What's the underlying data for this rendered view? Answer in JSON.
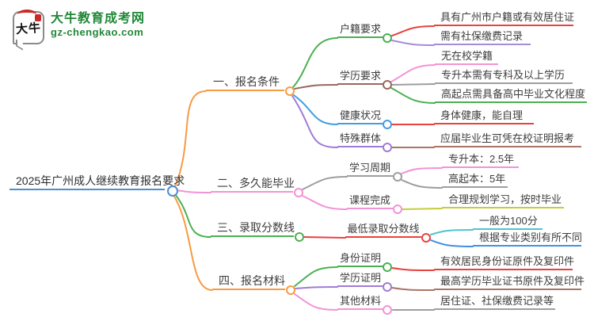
{
  "logo": {
    "title": "大牛教育成考网",
    "url": "gz-chengkao.com",
    "icon_text": "大牛",
    "brand_green": "#218838",
    "seal_red": "#c92a28"
  },
  "map": {
    "root": {
      "label": "2025年广州成人继续教育报名要求",
      "color": "#4a90d2"
    },
    "branches": [
      {
        "label": "一、报名条件",
        "color": "#f79b43",
        "children": [
          {
            "label": "户籍要求",
            "color": "#4cb052",
            "children": [
              {
                "label": "具有广州市户籍或有效居住证",
                "color": "#e8423e"
              },
              {
                "label": "需有社保缴费记录",
                "color": "#a58bd8"
              }
            ]
          },
          {
            "label": "学历要求",
            "color": "#96695e",
            "children": [
              {
                "label": "无在校学籍",
                "color": "#f293d5"
              },
              {
                "label": "专升本需有专科及以上学历",
                "color": "#9e9e9e"
              },
              {
                "label": "高起点需具备高中毕业文化程度",
                "color": "#4cb052"
              }
            ]
          },
          {
            "label": "健康状况",
            "color": "#3f9fe0",
            "children": [
              {
                "label": "身体健康，能自理",
                "color": "#e8423e"
              }
            ]
          },
          {
            "label": "特殊群体",
            "color": "#a07bd5",
            "children": [
              {
                "label": "应届毕业生可凭在校证明报考",
                "color": "#ab7468"
              }
            ]
          }
        ]
      },
      {
        "label": "二、多久能毕业",
        "color": "#f293d5",
        "children": [
          {
            "label": "学习周期",
            "color": "#9e9e9e",
            "children": [
              {
                "label": "专升本：2.5年",
                "color": "#f293d5"
              },
              {
                "label": "高起本：5年",
                "color": "#9e9e9e"
              }
            ]
          },
          {
            "label": "课程完成",
            "color": "#f293d5",
            "children": [
              {
                "label": "合理规划学习，按时毕业",
                "color": "#c5cc3d"
              }
            ]
          }
        ]
      },
      {
        "label": "三、录取分数线",
        "color": "#4cb052",
        "children": [
          {
            "label": "最低录取分数线",
            "color": "#e8423e",
            "children": [
              {
                "label": "一般为100分",
                "color": "#4fc3cf"
              },
              {
                "label": "根据专业类别有所不同",
                "color": "#4191e2"
              }
            ]
          }
        ]
      },
      {
        "label": "四、报名材料",
        "color": "#f79b43",
        "children": [
          {
            "label": "身份证明",
            "color": "#4cb052",
            "children": [
              {
                "label": "有效居民身份证原件及复印件",
                "color": "#e8423e"
              }
            ]
          },
          {
            "label": "学历证明",
            "color": "#a07bd5",
            "children": [
              {
                "label": "最高学历毕业证书原件及复印件",
                "color": "#ab7468"
              }
            ]
          },
          {
            "label": "其他材料",
            "color": "#f293d5",
            "children": [
              {
                "label": "居住证、社保缴费记录等",
                "color": "#9e9e9e"
              }
            ]
          }
        ]
      }
    ]
  }
}
